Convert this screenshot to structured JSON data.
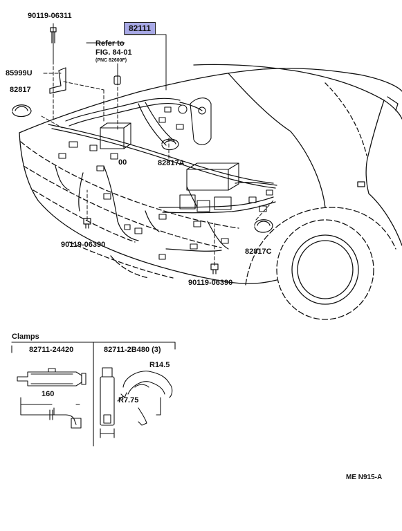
{
  "diagram": {
    "main_part": "82111",
    "refer": {
      "line1": "Refer to",
      "line2": "FIG. 84-01",
      "line3": "(PNC 82600F)"
    },
    "labels": {
      "bolt_top": "90119-06311",
      "bracket": "85999U",
      "clamp_a": "82817",
      "clamp_b": "82817A",
      "clamp_c": "82817C",
      "bolt_left": "90119-06390",
      "bolt_right": "90119-06390",
      "partial": "00"
    },
    "clamps": {
      "title": "Clamps",
      "part1": "82711-24420",
      "part2": "82711-2B480 (3)",
      "dim_160": "160",
      "dim_r145": "R14.5",
      "dim_r775": "R7.75"
    },
    "code": "ME N915-A"
  },
  "colors": {
    "highlight": "#a8a9e6",
    "line": "#111111"
  }
}
